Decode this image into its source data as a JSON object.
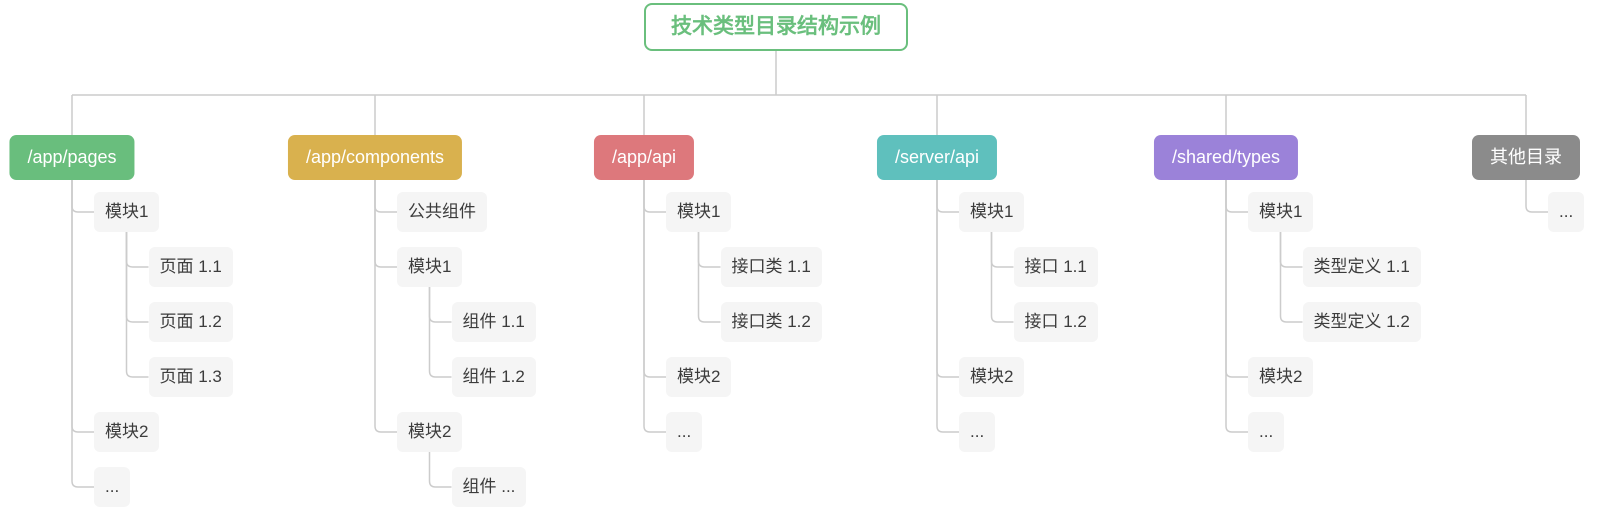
{
  "title": "技术类型目录结构示例",
  "colors": {
    "title": "#6abf7d",
    "line": "#cccccc",
    "child_bg": "#f5f5f5",
    "child_text": "#3c3c3c"
  },
  "branches": [
    {
      "label": "/app/pages",
      "color": "#69be7d",
      "children": [
        {
          "label": "模块1",
          "children": [
            {
              "label": "页面 1.1"
            },
            {
              "label": "页面 1.2"
            },
            {
              "label": "页面 1.3"
            }
          ]
        },
        {
          "label": "模块2"
        },
        {
          "label": "..."
        }
      ]
    },
    {
      "label": "/app/components",
      "color": "#d9b14e",
      "children": [
        {
          "label": "公共组件"
        },
        {
          "label": "模块1",
          "children": [
            {
              "label": "组件 1.1"
            },
            {
              "label": "组件 1.2"
            }
          ]
        },
        {
          "label": "模块2",
          "children": [
            {
              "label": "组件 ..."
            }
          ]
        }
      ]
    },
    {
      "label": "/app/api",
      "color": "#dd787c",
      "children": [
        {
          "label": "模块1",
          "children": [
            {
              "label": "接口类 1.1"
            },
            {
              "label": "接口类 1.2"
            }
          ]
        },
        {
          "label": "模块2"
        },
        {
          "label": "..."
        }
      ]
    },
    {
      "label": "/server/api",
      "color": "#5fc0bd",
      "children": [
        {
          "label": "模块1",
          "children": [
            {
              "label": "接口 1.1"
            },
            {
              "label": "接口 1.2"
            }
          ]
        },
        {
          "label": "模块2"
        },
        {
          "label": "..."
        }
      ]
    },
    {
      "label": "/shared/types",
      "color": "#9b82d9",
      "children": [
        {
          "label": "模块1",
          "children": [
            {
              "label": "类型定义 1.1"
            },
            {
              "label": "类型定义 1.2"
            }
          ]
        },
        {
          "label": "模块2"
        },
        {
          "label": "..."
        }
      ]
    },
    {
      "label": "其他目录",
      "color": "#8b8b8b",
      "children": [
        {
          "label": "..."
        }
      ]
    }
  ]
}
